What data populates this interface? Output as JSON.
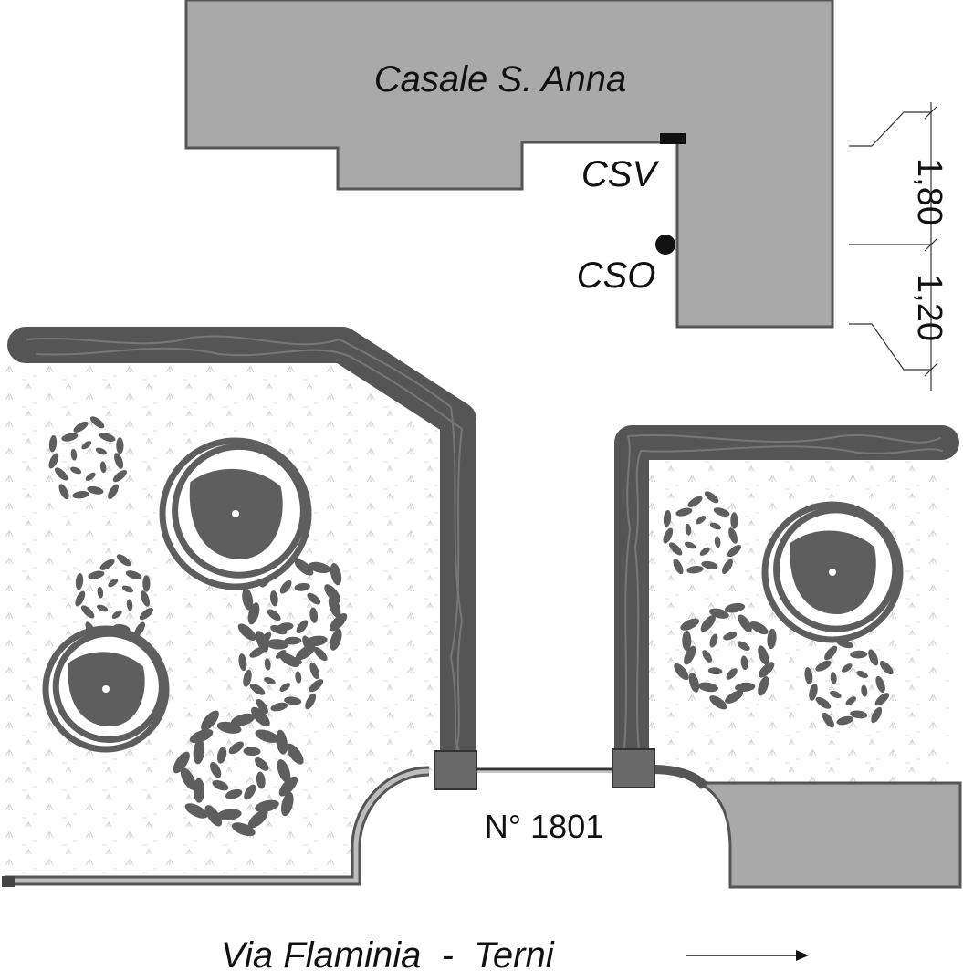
{
  "building": {
    "name": "Casale S. Anna"
  },
  "markers": {
    "csv": "CSV",
    "cso": "CSO"
  },
  "dimensions": {
    "upper": "1,80",
    "lower": "1,20"
  },
  "gate": {
    "number": "N° 1801"
  },
  "street": {
    "name": "Via Flaminia  -  Terni"
  },
  "colors": {
    "building_fill": "#a9a9a9",
    "hedge": "#555555",
    "tree": "#5e5e5e"
  },
  "icons": {
    "street_direction": "arrow-right-icon"
  }
}
